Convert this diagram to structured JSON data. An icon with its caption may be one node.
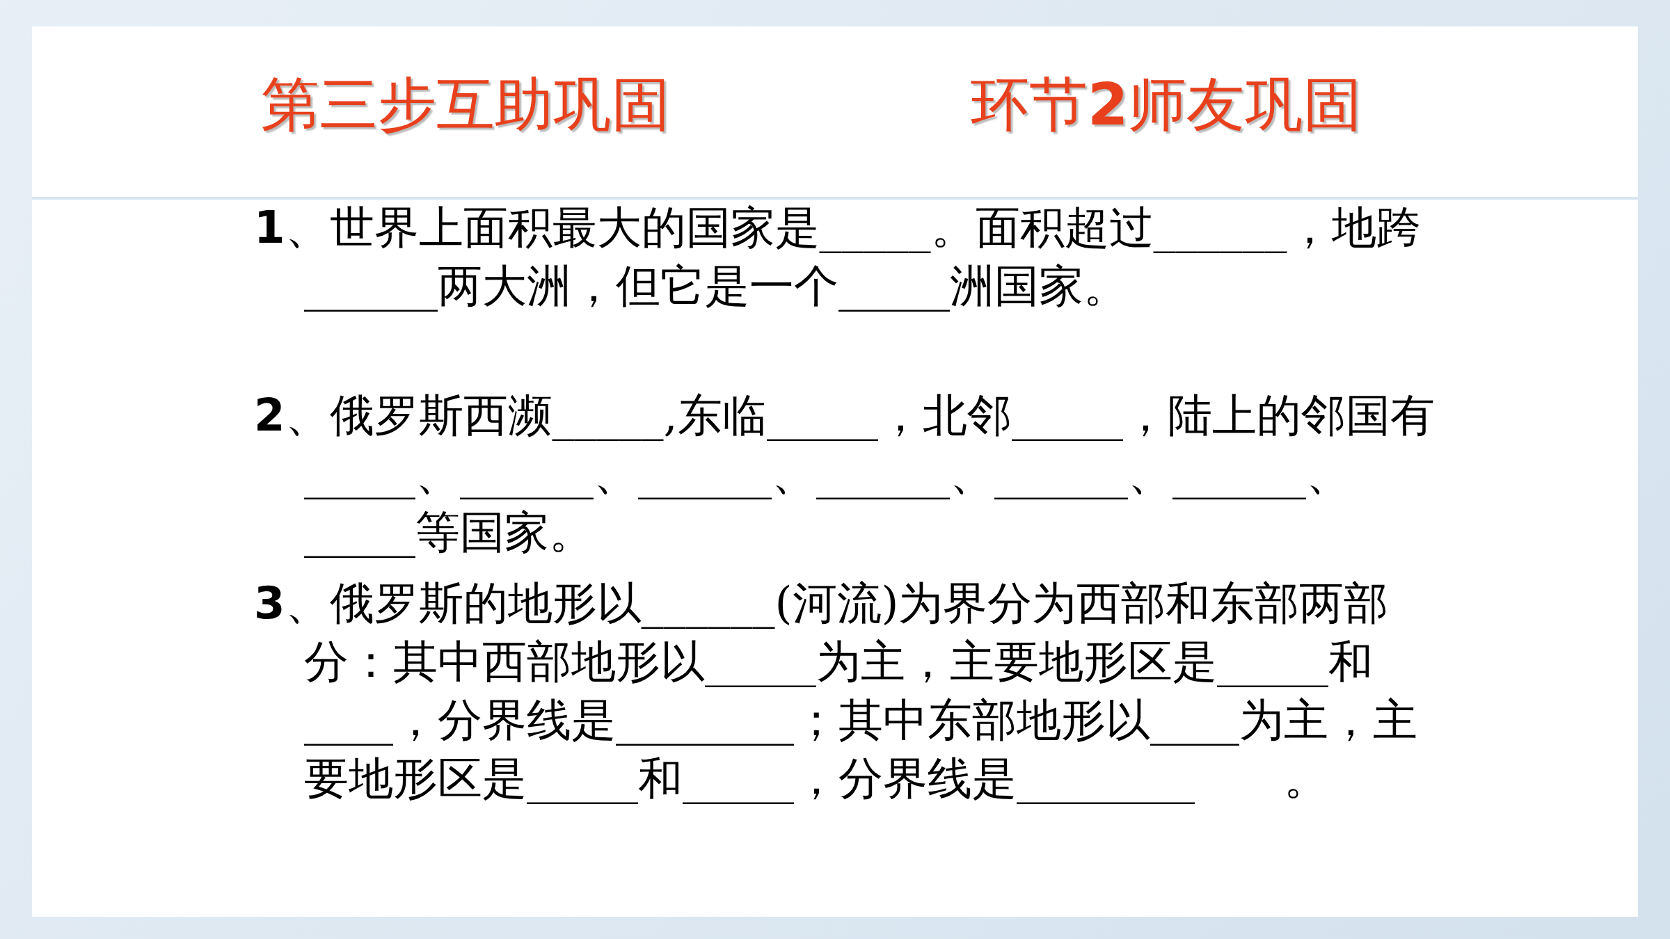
{
  "diagram": {
    "labels": [
      "第三步互助巩固",
      "环节**2**师友巩固",
      "**1**、世界上面积最大的国家是_____。面积超过______，地跨______两大洲，但它是一个_____洲国家。",
      "**2**、俄罗斯西濒_____,东临_____，北邻_____，陆上的邻国有_____、______、______、______、______、______、_____等国家。",
      "**3**、俄罗斯的地形以______(河流)为界分为西部和东部两部分：其中西部地形以_____为主，主要地形区是_____和____，分界线是________；其中东部地形以____为主，主要地形区是_____和_____，分界线是________　　。"
    ]
  }
}
